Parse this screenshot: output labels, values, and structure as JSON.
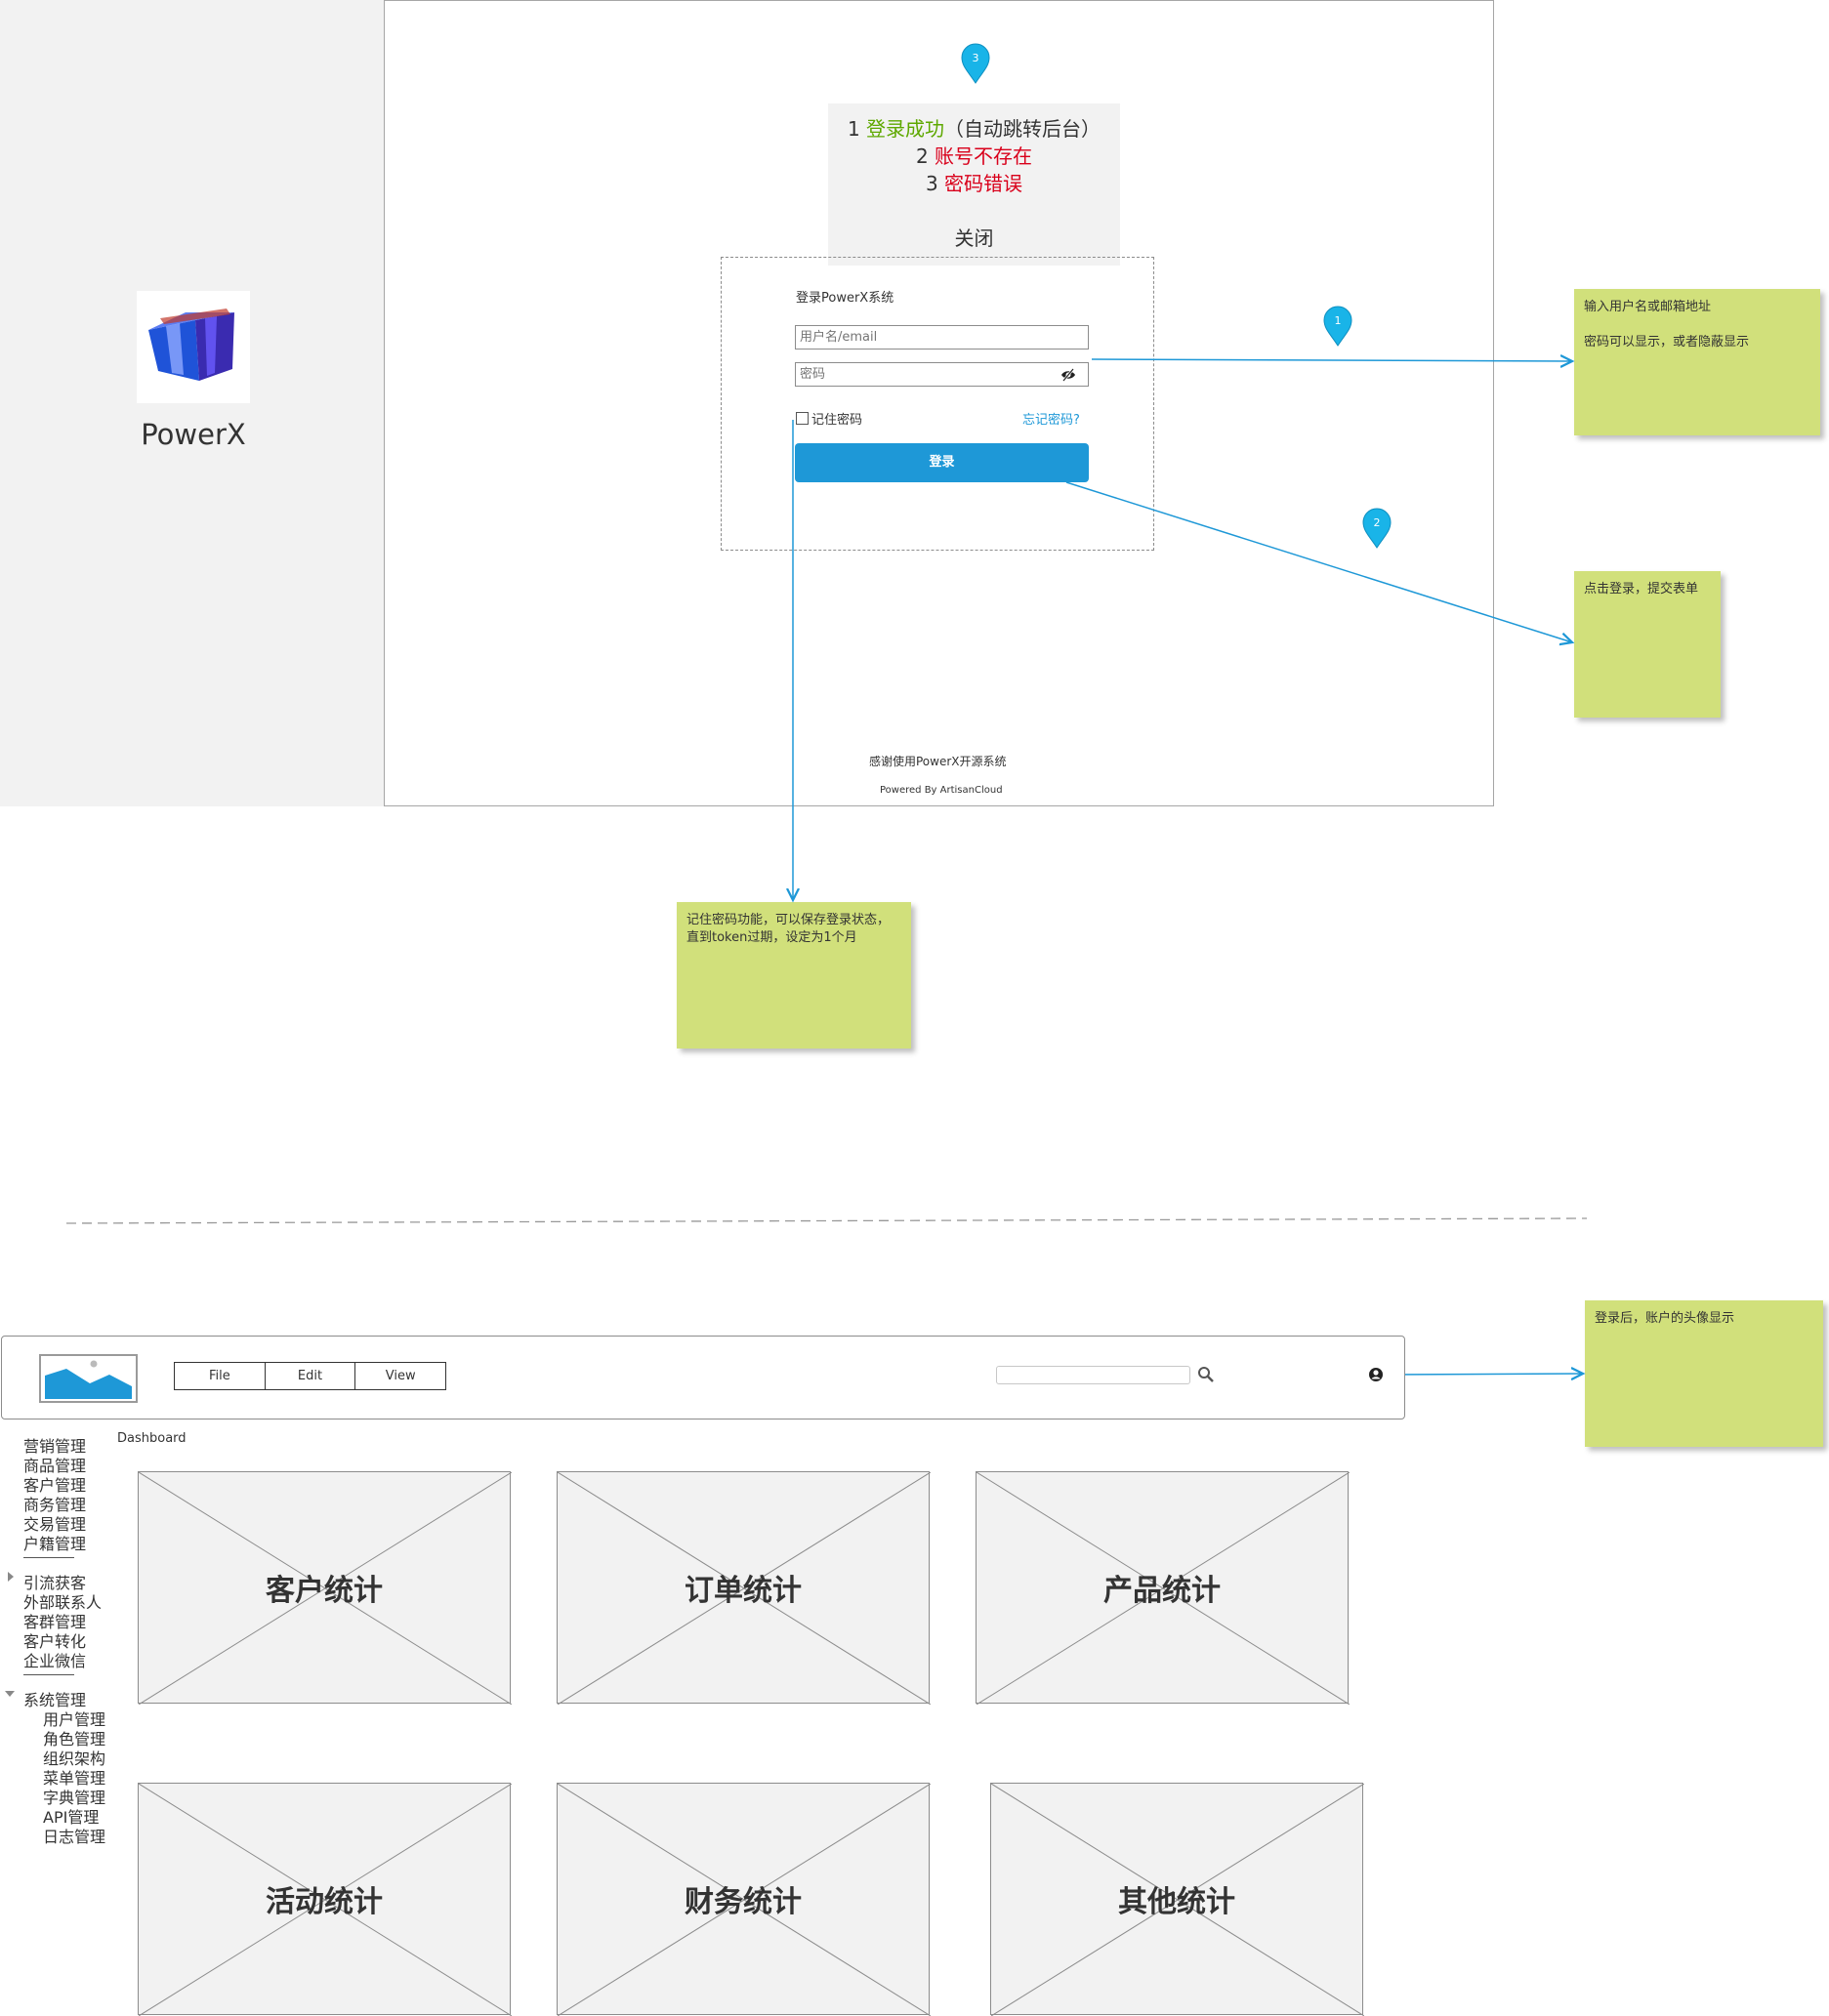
{
  "login": {
    "brand_name": "PowerX",
    "popup": {
      "line1_num": "1",
      "line1_status": "登录成功",
      "line1_note": "（自动跳转后台）",
      "line2_num": "2",
      "line2_status": "账号不存在",
      "line3_num": "3",
      "line3_status": "密码错误",
      "close_label": "关闭"
    },
    "title": "登录PowerX系统",
    "username_placeholder": "用户名/email",
    "password_placeholder": "密码",
    "remember_label": "记住密码",
    "forgot_label": "忘记密码?",
    "login_button": "登录",
    "footer_thanks": "感谢使用PowerX开源系统",
    "footer_powered": "Powered By ArtisanCloud"
  },
  "pins": [
    "1",
    "2",
    "3"
  ],
  "notes": {
    "username_line1": "输入用户名或邮箱地址",
    "username_line2": "密码可以显示，或者隐蔽显示",
    "login_submit": "点击登录，提交表单",
    "remember_line1": "记住密码功能，可以保存登录状态，",
    "remember_line2": "直到token过期，设定为1个月",
    "avatar": "登录后，账户的头像显示"
  },
  "dashboard": {
    "menu": [
      "File",
      "Edit",
      "View"
    ],
    "breadcrumb": "Dashboard",
    "sidebar_group1": [
      "营销管理",
      "商品管理",
      "客户管理",
      "商务管理",
      "交易管理",
      "户籍管理"
    ],
    "sidebar_group2_title": "引流获客",
    "sidebar_group2": [
      "外部联系人",
      "客群管理",
      "客户转化",
      "企业微信"
    ],
    "sidebar_group3_title": "系统管理",
    "sidebar_group3": [
      "用户管理",
      "角色管理",
      "组织架构",
      "菜单管理",
      "字典管理",
      "API管理",
      "日志管理"
    ],
    "cards": [
      "客户统计",
      "订单统计",
      "产品统计",
      "活动统计",
      "财务统计",
      "其他统计"
    ]
  },
  "colors": {
    "accent": "#1e98d7",
    "note": "#d1e07b",
    "success": "#5ea800",
    "error": "#d9001b",
    "pin": "#19b4e8"
  }
}
